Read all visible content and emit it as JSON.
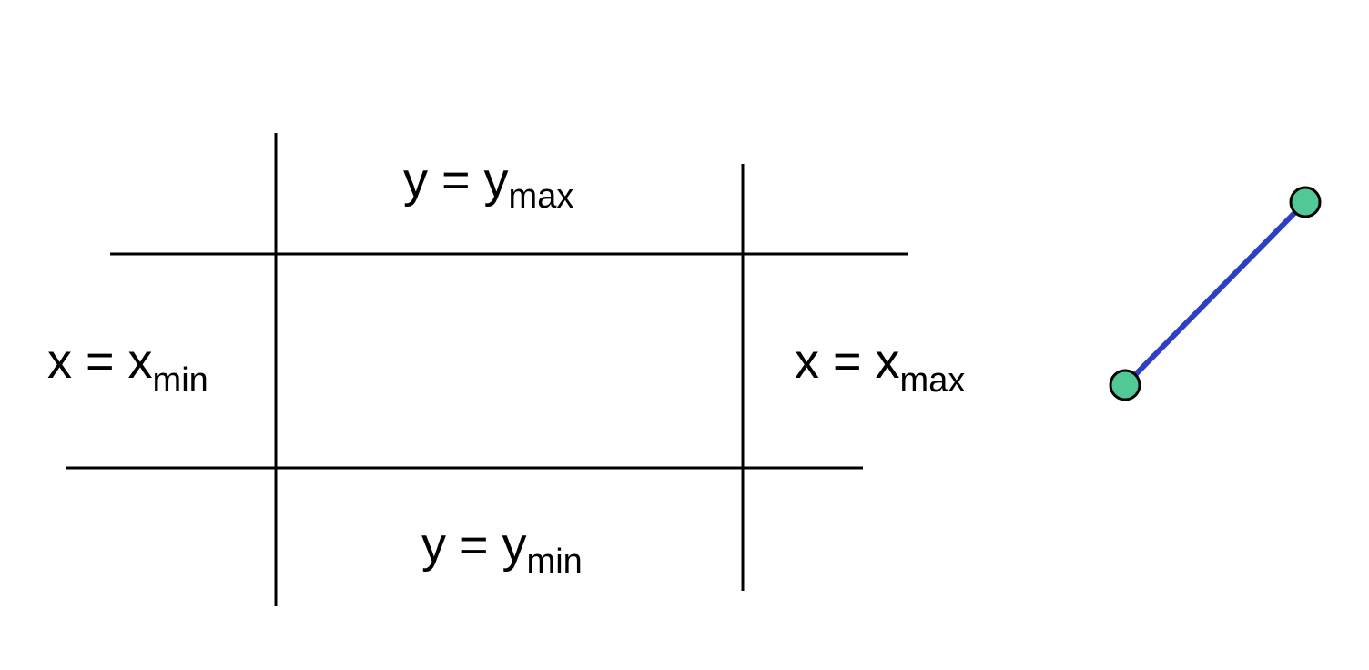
{
  "labels": {
    "y_max": {
      "base": "y = y",
      "subscript": "max"
    },
    "y_min": {
      "base": "y = y",
      "subscript": "min"
    },
    "x_min": {
      "base": "x = x",
      "subscript": "min"
    },
    "x_max": {
      "base": "x = x",
      "subscript": "max"
    }
  },
  "colors": {
    "lines": "#000000",
    "segment": "#2f3fc4",
    "endpoint_fill": "#52c896",
    "endpoint_stroke": "#000000"
  }
}
